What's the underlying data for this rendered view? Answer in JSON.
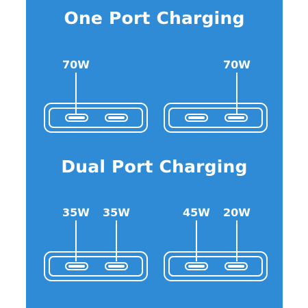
{
  "colors": {
    "background": "#2f8bd6",
    "foreground": "#ffffff",
    "page": "#ffffff"
  },
  "one_port": {
    "title": "One Port Charging",
    "left_charger": {
      "port1_label": "70W",
      "active_ports": [
        "port-1"
      ]
    },
    "right_charger": {
      "port2_label": "70W",
      "active_ports": [
        "port-2"
      ]
    }
  },
  "dual_port": {
    "title": "Dual Port Charging",
    "left_charger": {
      "port1_label": "35W",
      "port2_label": "35W",
      "active_ports": [
        "port-1",
        "port-2"
      ]
    },
    "right_charger": {
      "port1_label": "45W",
      "port2_label": "20W",
      "active_ports": [
        "port-1",
        "port-2"
      ]
    }
  }
}
